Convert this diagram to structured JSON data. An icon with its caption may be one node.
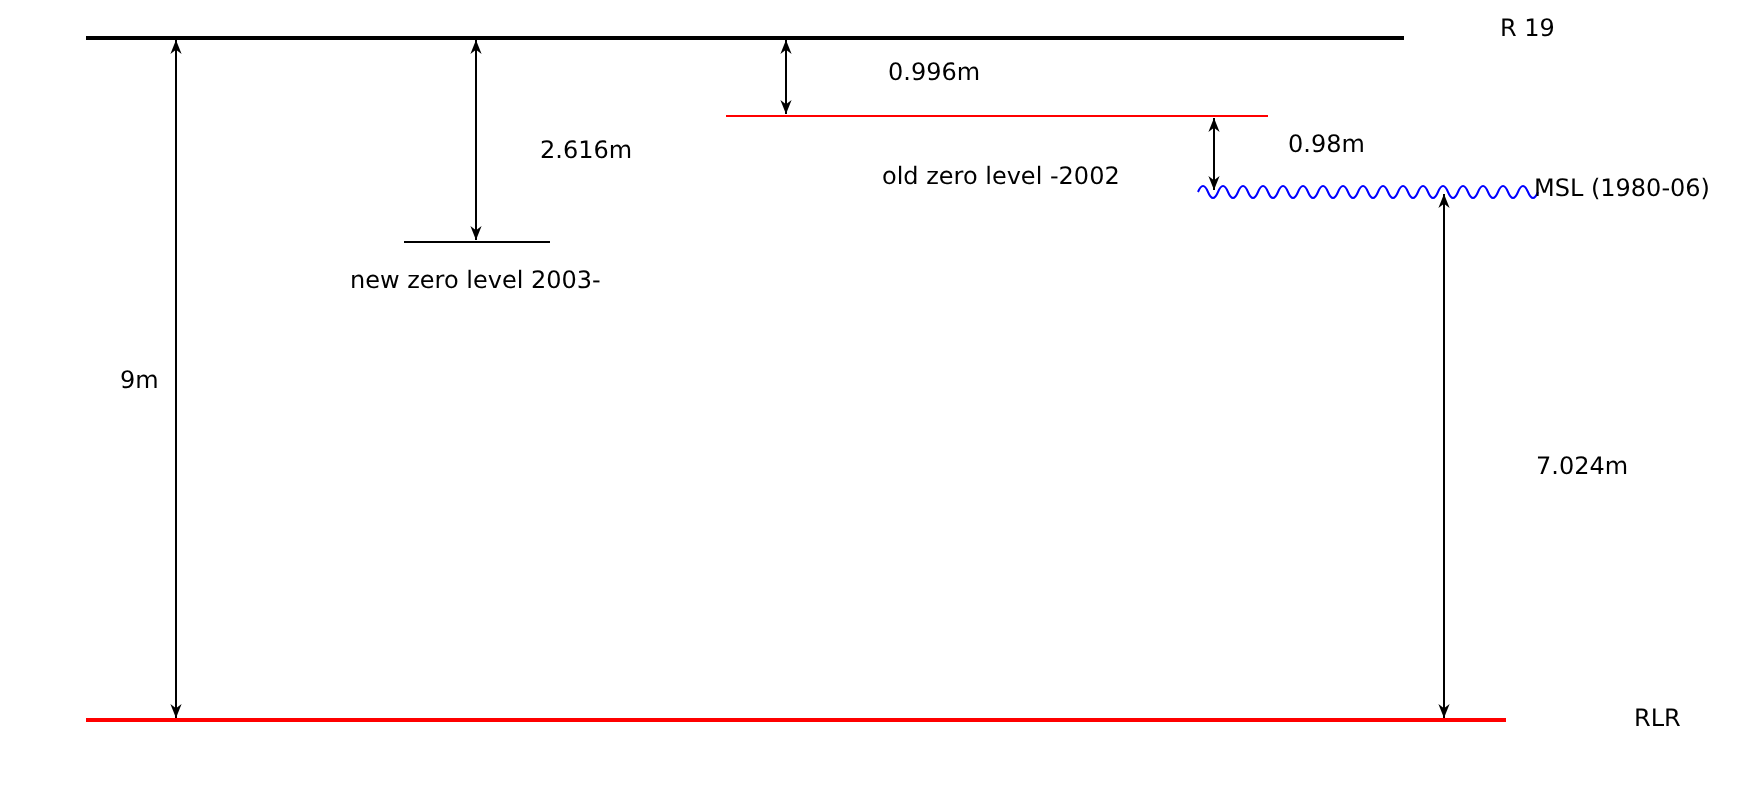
{
  "diagram": {
    "labels": [
      "R 19",
      "0.996m",
      "0.98m",
      "2.616m",
      "old zero level -2002",
      "MSL (1980-06)",
      "new zero level 2003-",
      "9m",
      "7.024m",
      "RLR"
    ]
  }
}
